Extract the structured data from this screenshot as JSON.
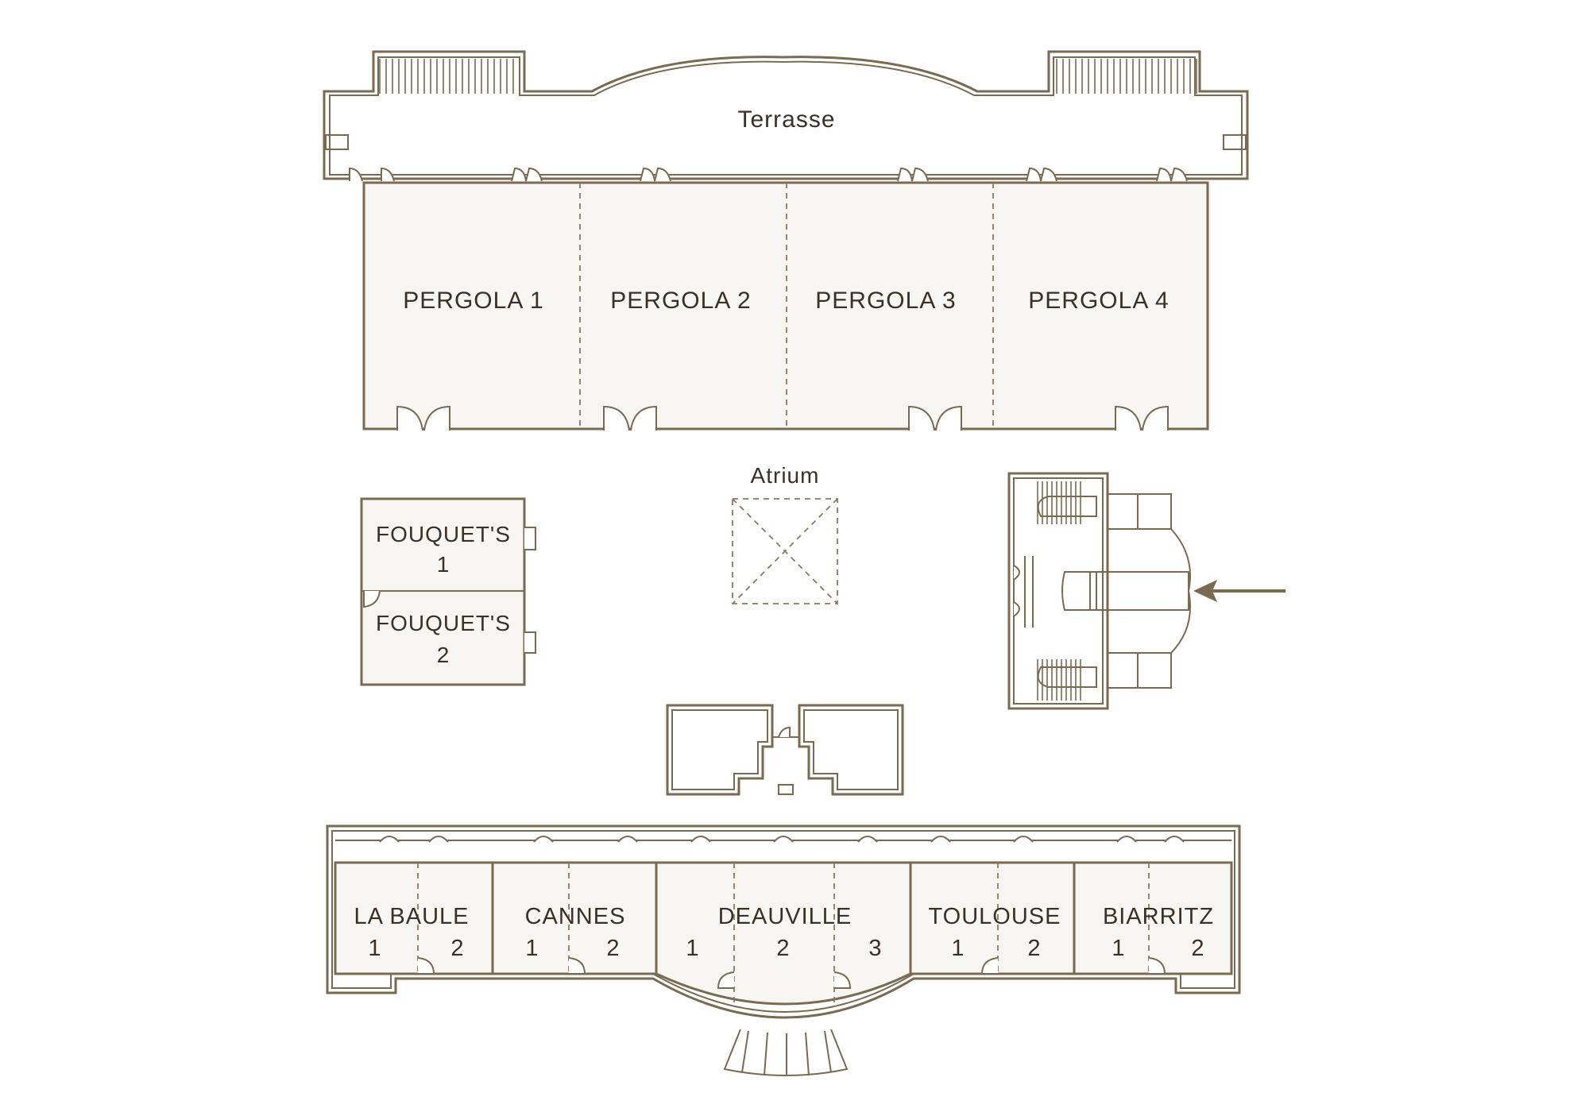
{
  "colors": {
    "wall": "#7a6a52",
    "room_fill": "#f8f6f3",
    "text": "#3a3026",
    "arrow": "#7a6a52"
  },
  "labels": {
    "terrasse": "Terrasse",
    "pergola_1": "PERGOLA 1",
    "pergola_2": "PERGOLA 2",
    "pergola_3": "PERGOLA 3",
    "pergola_4": "PERGOLA 4",
    "atrium": "Atrium",
    "fouquets_1_name": "FOUQUET'S",
    "fouquets_1_num": "1",
    "fouquets_2_name": "FOUQUET'S",
    "fouquets_2_num": "2",
    "la_baule": "LA BAULE",
    "cannes": "CANNES",
    "deauville": "DEAUVILLE",
    "toulouse": "TOULOUSE",
    "biarritz": "BIARRITZ",
    "la_baule_1": "1",
    "la_baule_2": "2",
    "cannes_1": "1",
    "cannes_2": "2",
    "deauville_1": "1",
    "deauville_2": "2",
    "deauville_3": "3",
    "toulouse_1": "1",
    "toulouse_2": "2",
    "biarritz_1": "1",
    "biarritz_2": "2"
  },
  "icons": {
    "entrance": "entrance-arrow-icon",
    "skylight": "atrium-skylight-icon"
  }
}
